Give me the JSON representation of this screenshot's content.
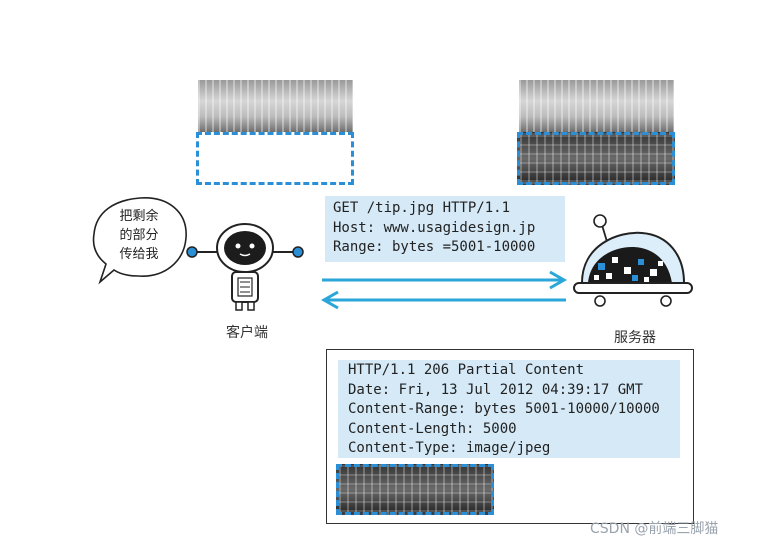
{
  "speech_bubble": {
    "lines": [
      "把剩余",
      "的部分",
      "传给我"
    ]
  },
  "client_label": "客户端",
  "server_label": "服务器",
  "request": {
    "lines": [
      "GET /tip.jpg HTTP/1.1",
      "Host: www.usagidesign.jp",
      "Range: bytes =5001-10000"
    ]
  },
  "response": {
    "lines": [
      "HTTP/1.1 206 Partial Content",
      "Date: Fri, 13 Jul 2012 04:39:17 GMT",
      "Content-Range: bytes 5001-10000/10000",
      "Content-Length: 5000",
      "Content-Type: image/jpeg"
    ]
  },
  "watermark": "CSDN @前端三脚猫",
  "colors": {
    "accent_blue": "#2a8fd6",
    "box_fill": "#d5e9f7",
    "arrow": "#2aa6d9"
  }
}
